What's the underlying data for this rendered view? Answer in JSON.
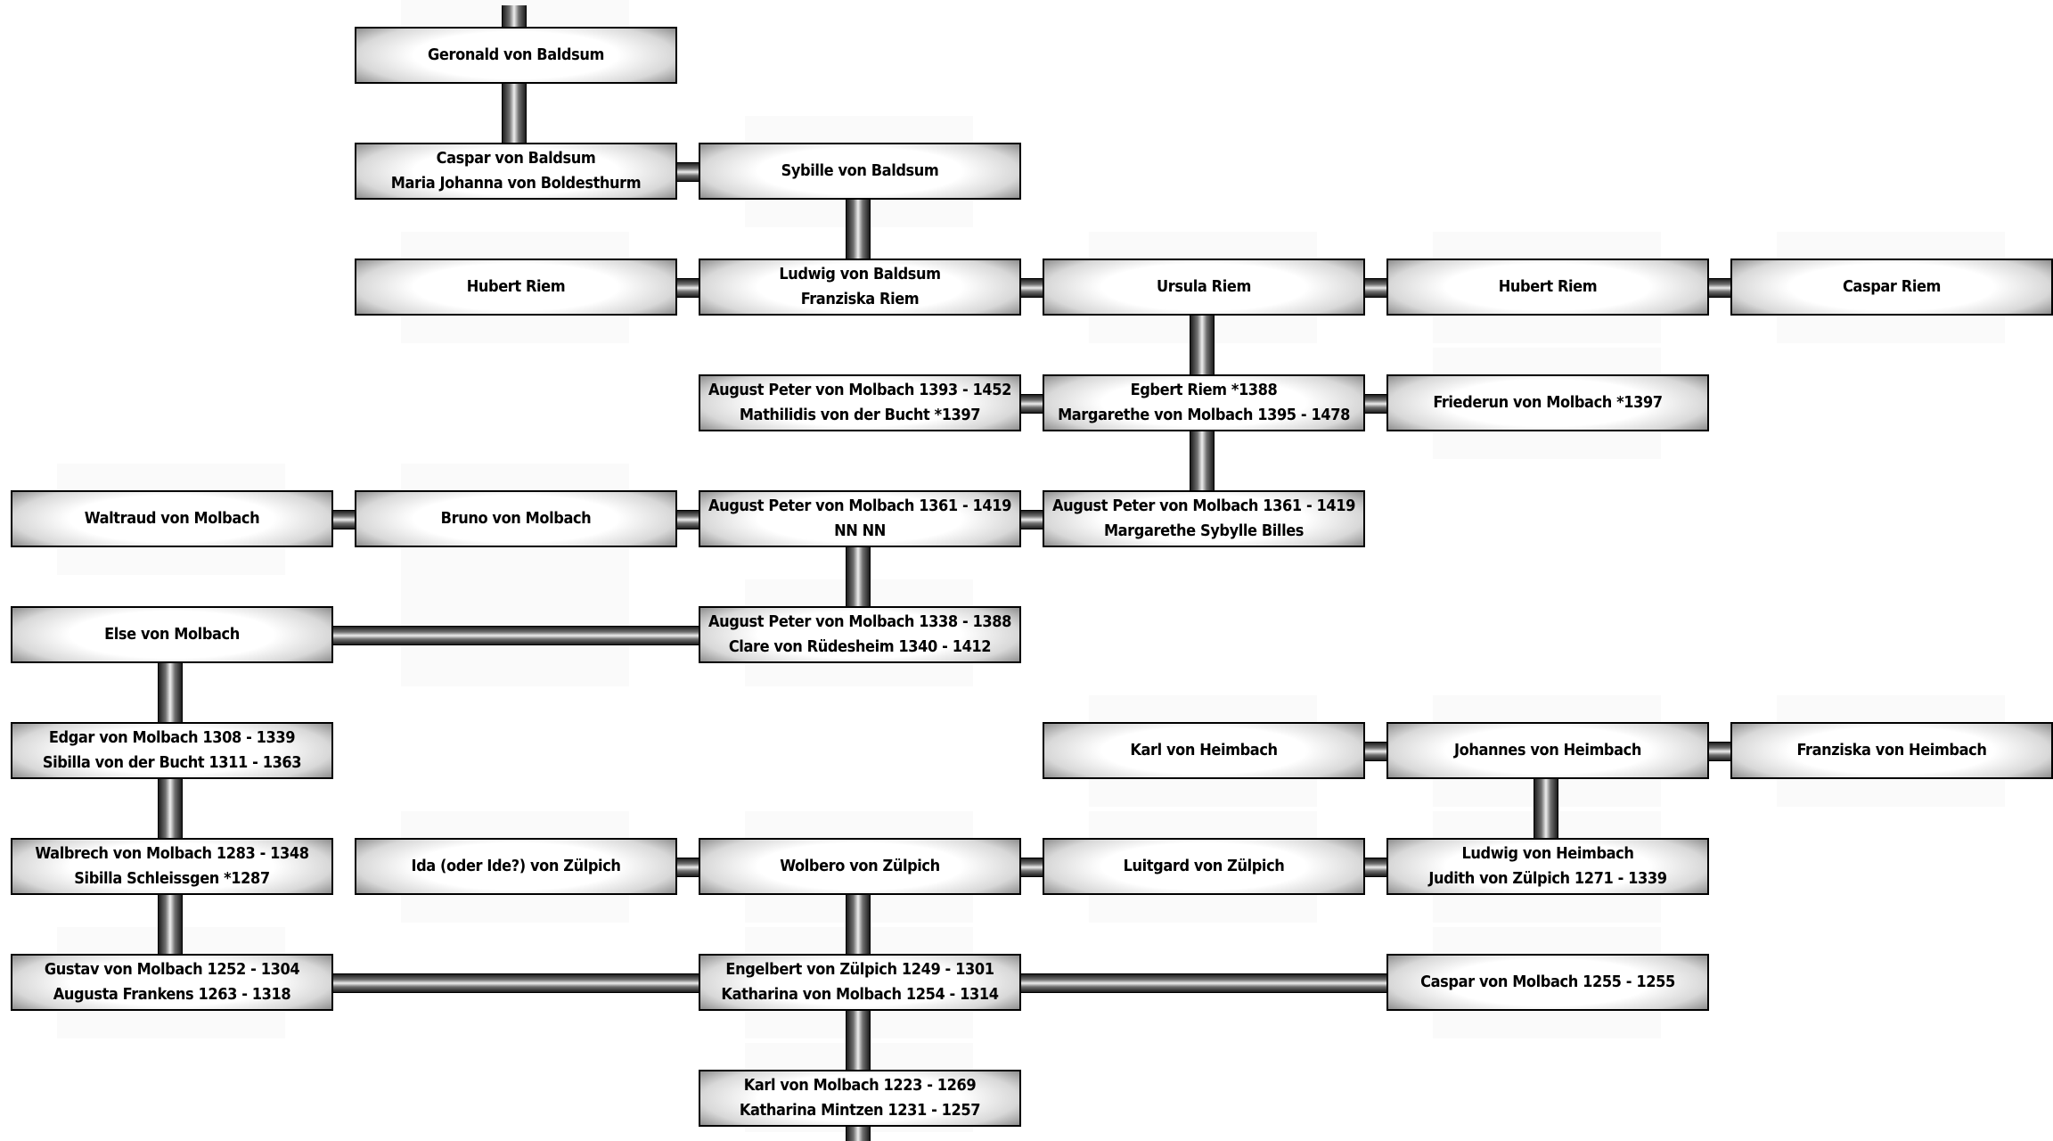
{
  "persons": {
    "geronald": [
      "Geronald von Baldsum"
    ],
    "caspar_baldsum": [
      "Caspar von Baldsum",
      "Maria Johanna von Boldesthurm"
    ],
    "sybille": [
      "Sybille von Baldsum"
    ],
    "hubert_riem_1": [
      "Hubert Riem"
    ],
    "ludwig_baldsum": [
      "Ludwig von Baldsum",
      "Franziska Riem"
    ],
    "ursula": [
      "Ursula Riem"
    ],
    "hubert_riem_2": [
      "Hubert Riem"
    ],
    "caspar_riem": [
      "Caspar Riem"
    ],
    "august_1393": [
      "August Peter von Molbach 1393 - 1452",
      "Mathilidis von der Bucht *1397"
    ],
    "egbert": [
      "Egbert Riem *1388",
      "Margarethe von Molbach 1395 - 1478"
    ],
    "friederun": [
      "Friederun von Molbach *1397"
    ],
    "waltraud": [
      "Waltraud von Molbach"
    ],
    "bruno": [
      "Bruno von Molbach"
    ],
    "august_1361_a": [
      "August Peter von Molbach 1361 - 1419",
      "NN NN"
    ],
    "august_1361_b": [
      "August Peter von Molbach 1361 - 1419",
      "Margarethe Sybylle Billes"
    ],
    "else": [
      "Else von Molbach"
    ],
    "august_1338": [
      "August Peter von Molbach 1338 - 1388",
      "Clare von Rüdesheim 1340 - 1412"
    ],
    "edgar": [
      "Edgar von Molbach 1308 - 1339",
      "Sibilla von der Bucht 1311 - 1363"
    ],
    "karl_heimbach": [
      "Karl von Heimbach"
    ],
    "johannes_heimbach": [
      "Johannes von Heimbach"
    ],
    "franziska_heimbach": [
      "Franziska von Heimbach"
    ],
    "walbrech": [
      "Walbrech von Molbach 1283 - 1348",
      "Sibilla Schleissgen *1287"
    ],
    "ida": [
      "Ida (oder Ide?) von Zülpich"
    ],
    "wolbero": [
      "Wolbero von Zülpich"
    ],
    "luitgard": [
      "Luitgard von Zülpich"
    ],
    "ludwig_heimbach": [
      "Ludwig von Heimbach",
      "Judith von Zülpich 1271 - 1339"
    ],
    "gustav": [
      "Gustav von Molbach 1252 - 1304",
      "Augusta Frankens 1263 - 1318"
    ],
    "engelbert": [
      "Engelbert von Zülpich 1249 - 1301",
      "Katharina von Molbach 1254 - 1314"
    ],
    "caspar_molbach": [
      "Caspar von Molbach 1255 - 1255"
    ],
    "karl_molbach": [
      "Karl von Molbach 1223 - 1269",
      "Katharina Mintzen 1231 - 1257"
    ]
  }
}
